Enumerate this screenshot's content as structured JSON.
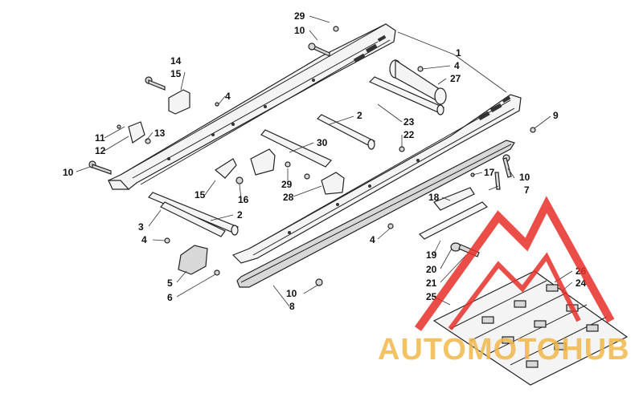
{
  "labels": {
    "l1": "1",
    "l2a": "2",
    "l2b": "2",
    "l3": "3",
    "l4a": "4",
    "l4b": "4",
    "l4c": "4",
    "l4d": "4",
    "l5": "5",
    "l6": "6",
    "l7": "7",
    "l8": "8",
    "l9": "9",
    "l10a": "10",
    "l10b": "10",
    "l10c": "10",
    "l10d": "10",
    "l11": "11",
    "l12": "12",
    "l13": "13",
    "l14": "14",
    "l15a": "15",
    "l15b": "15",
    "l16": "16",
    "l17": "17",
    "l18": "18",
    "l19": "19",
    "l20": "20",
    "l21": "21",
    "l22": "22",
    "l23": "23",
    "l24": "24",
    "l25": "25",
    "l26": "26",
    "l27": "27",
    "l28": "28",
    "l29a": "29",
    "l29b": "29",
    "l30": "30"
  },
  "watermark": {
    "text": "AUTOMOTOHUB",
    "color_text": "#f0b84a",
    "color_logo": "#e8302a"
  }
}
